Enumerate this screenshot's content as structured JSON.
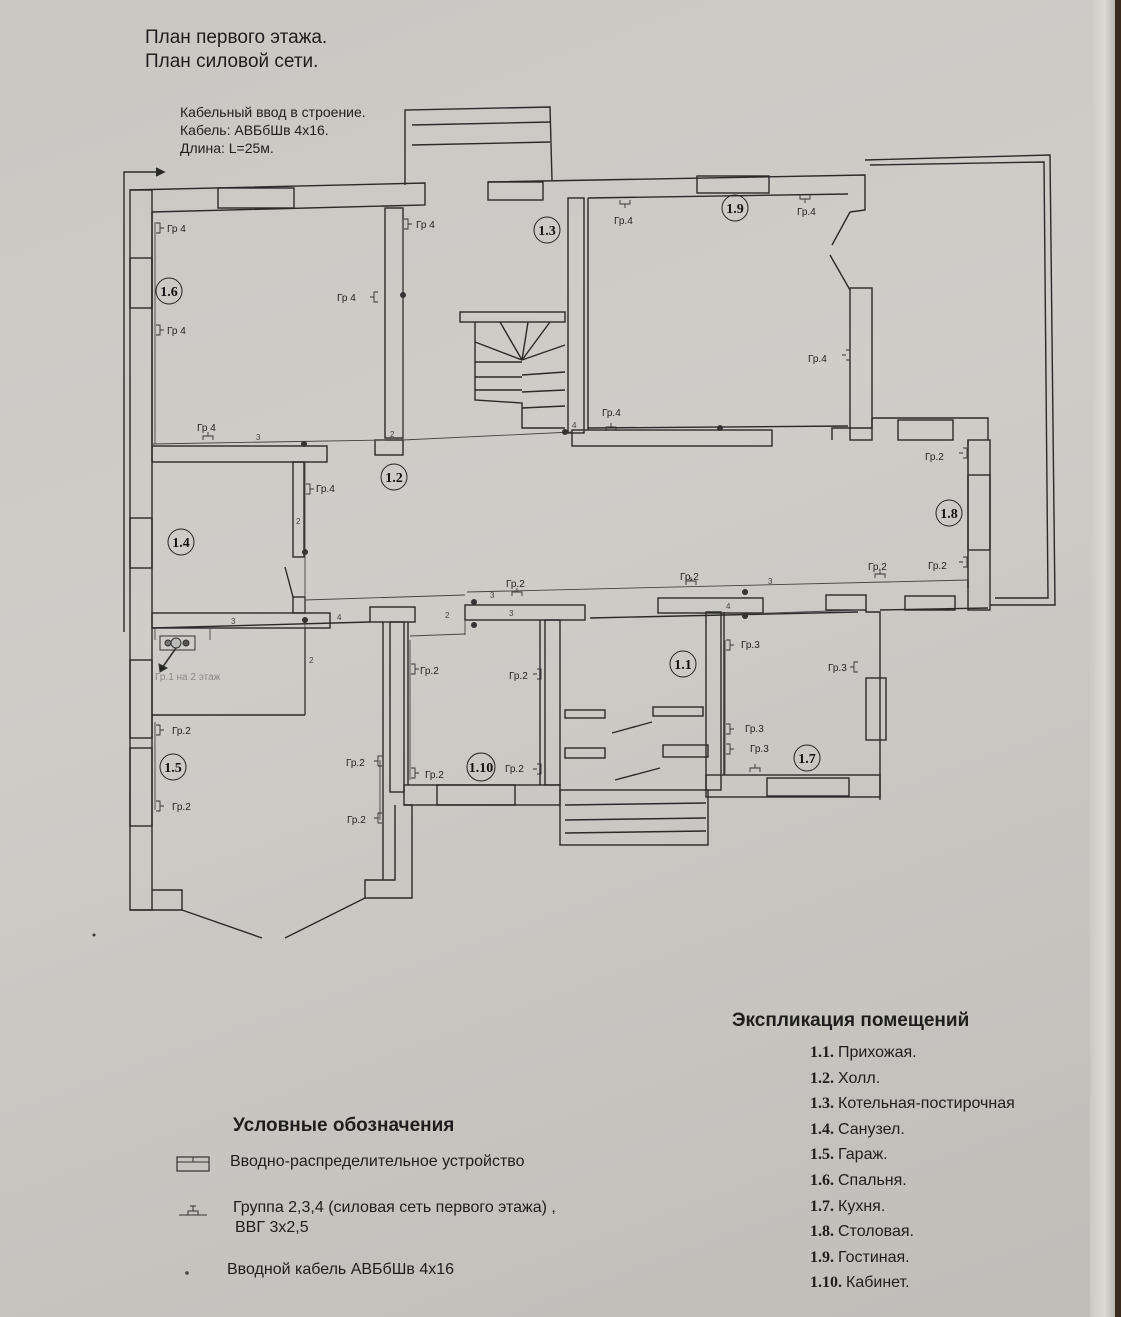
{
  "document": {
    "title_line1": "План первого этажа.",
    "title_line2": "План силовой сети.",
    "cable_entry": {
      "line1": "Кабельный ввод в строение.",
      "line2": "Кабель: АВБбШв  4х16.",
      "line3": "Длина: L=25м."
    }
  },
  "plan": {
    "rooms": [
      {
        "id": "1.1"
      },
      {
        "id": "1.2"
      },
      {
        "id": "1.3"
      },
      {
        "id": "1.4"
      },
      {
        "id": "1.5"
      },
      {
        "id": "1.6"
      },
      {
        "id": "1.7"
      },
      {
        "id": "1.8"
      },
      {
        "id": "1.9"
      },
      {
        "id": "1.10"
      }
    ],
    "group_labels": {
      "gr2": "Гр.2",
      "gr3": "Гр.3",
      "gr4": "Гр.4",
      "gr4_alt": "Гр 4",
      "gr1_upstairs": "Гр.1 на 2 этаж"
    },
    "cable_counts": {
      "c2": "2",
      "c3": "3",
      "c4": "4"
    }
  },
  "legend": {
    "title": "Условные обозначения",
    "items": [
      {
        "symbol": "distribution-board",
        "text": "Вводно-распределительное устройство"
      },
      {
        "symbol": "socket",
        "text": "Группа 2,3,4 (силовая сеть первого этажа) ,",
        "text2": "ВВГ 3х2,5"
      },
      {
        "symbol": "dot",
        "text": "Вводной кабель АВБбШв 4х16"
      }
    ]
  },
  "explication": {
    "title": "Экспликация помещений",
    "items": [
      {
        "num": "1.1.",
        "name": "Прихожая."
      },
      {
        "num": "1.2.",
        "name": "Холл."
      },
      {
        "num": "1.3.",
        "name": "Котельная-постирочная"
      },
      {
        "num": "1.4.",
        "name": "Санузел."
      },
      {
        "num": "1.5.",
        "name": "Гараж."
      },
      {
        "num": "1.6.",
        "name": "Спальня."
      },
      {
        "num": "1.7.",
        "name": "Кухня."
      },
      {
        "num": "1.8.",
        "name": "Столовая."
      },
      {
        "num": "1.9.",
        "name": "Гостиная."
      },
      {
        "num": "1.10.",
        "name": "Кабинет."
      }
    ]
  }
}
